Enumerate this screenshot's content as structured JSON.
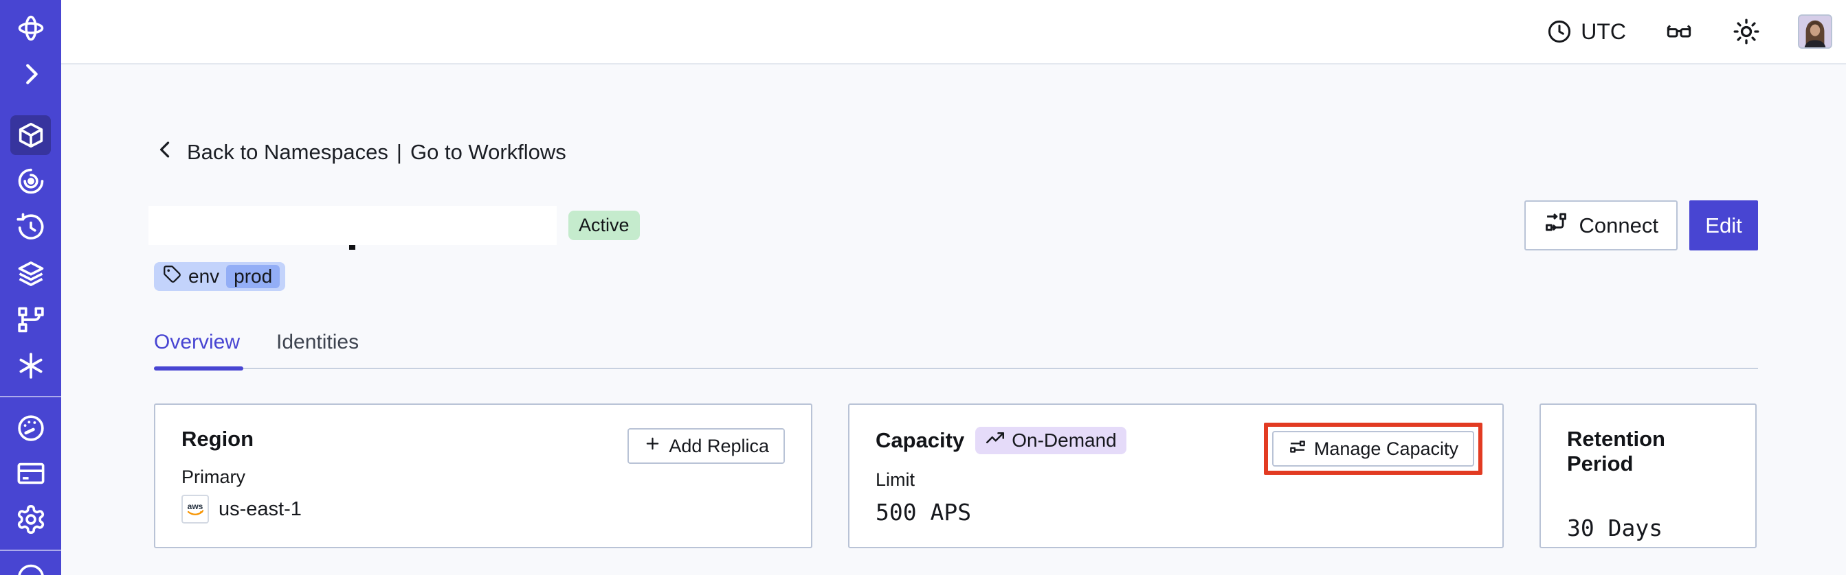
{
  "topbar": {
    "timezone": "UTC",
    "icons": [
      "clock-icon",
      "glasses-icon",
      "sun-icon",
      "user-avatar"
    ]
  },
  "sidebar": {
    "items": [
      {
        "icon": "temporal-logo"
      },
      {
        "icon": "chevron-right-icon"
      },
      {
        "icon": "cube-icon",
        "active": true
      },
      {
        "icon": "nexus-spiral-icon"
      },
      {
        "icon": "schedule-clock-icon"
      },
      {
        "icon": "layers-icon"
      },
      {
        "icon": "branch-icon"
      },
      {
        "icon": "asterisk-icon"
      },
      {
        "icon": "gauge-icon"
      },
      {
        "icon": "billing-card-icon"
      },
      {
        "icon": "gear-icon"
      },
      {
        "icon": "partial-circle-icon"
      }
    ]
  },
  "breadcrumb": {
    "back": "Back to Namespaces",
    "separator": "|",
    "forward": "Go to Workflows"
  },
  "namespace": {
    "status_badge": "Active",
    "tag": {
      "key": "env",
      "value": "prod"
    }
  },
  "actions": {
    "connect": "Connect",
    "edit": "Edit"
  },
  "tabs": [
    {
      "label": "Overview",
      "active": true
    },
    {
      "label": "Identities",
      "active": false
    }
  ],
  "cards": {
    "region": {
      "title": "Region",
      "add_replica_button": "Add Replica",
      "primary_label": "Primary",
      "provider": "aws",
      "region_value": "us-east-1"
    },
    "capacity": {
      "title": "Capacity",
      "badge": "On-Demand",
      "manage_button": "Manage Capacity",
      "limit_label": "Limit",
      "limit_value": "500 APS"
    },
    "retention": {
      "title": "Retention Period",
      "value": "30 Days"
    }
  },
  "colors": {
    "accent": "#4845d2",
    "sidebar_active_bg": "#37349e",
    "status_active_bg": "#c5ebcd",
    "tag_bg": "#c3d3fb",
    "tag_inner_bg": "#93aef6",
    "ondemand_bg": "#e5dbf9",
    "annotation_highlight": "#e23b22",
    "card_border": "#b9c3d6"
  }
}
